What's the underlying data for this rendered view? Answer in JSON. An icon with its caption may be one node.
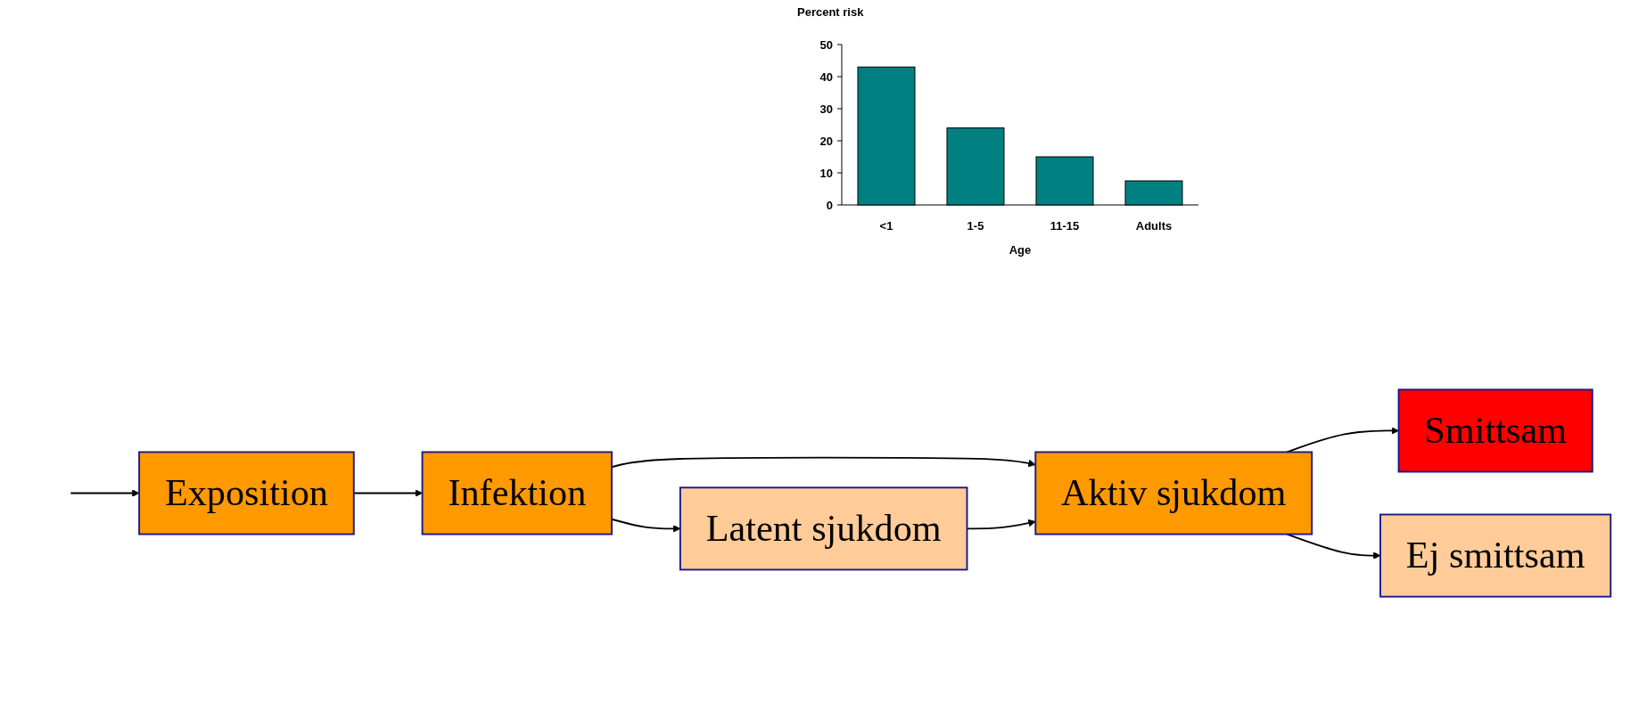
{
  "diagram": {
    "nodes": [
      {
        "text": [
          "Exposition"
        ]
      },
      {
        "text": [
          "Infektion"
        ]
      },
      {
        "text": [
          "Aktiv sjukdom"
        ]
      },
      {
        "text": [
          "Latent sjukdom"
        ]
      },
      {
        "text": [
          "Smittsam"
        ]
      },
      {
        "text": [
          "Ej smittsam"
        ]
      }
    ],
    "edges": [
      {
        "from": null,
        "to": 0,
        "arrow": "to"
      },
      {
        "from": 0,
        "to": 1,
        "arrow": "to"
      },
      {
        "from": 1,
        "to": 2,
        "arrow": "to"
      },
      {
        "from": 1,
        "to": 3,
        "arrow": "to"
      },
      {
        "from": 3,
        "to": 2,
        "arrow": "to"
      },
      {
        "from": 2,
        "to": 4,
        "arrow": "to"
      },
      {
        "from": 2,
        "to": 5,
        "arrow": "to"
      }
    ],
    "chart_data": {
      "type": "bar",
      "ylabel": "Percent risk",
      "xlabel": "Age",
      "categories": [
        "<1",
        "1-5",
        "11-15",
        "Adults"
      ],
      "series": [
        {
          "color": "#008080",
          "values": [
            43,
            24,
            15,
            7.5
          ]
        }
      ],
      "ylim": [
        0,
        50
      ],
      "yticks": [
        0,
        10,
        20,
        30,
        40,
        50
      ]
    }
  }
}
